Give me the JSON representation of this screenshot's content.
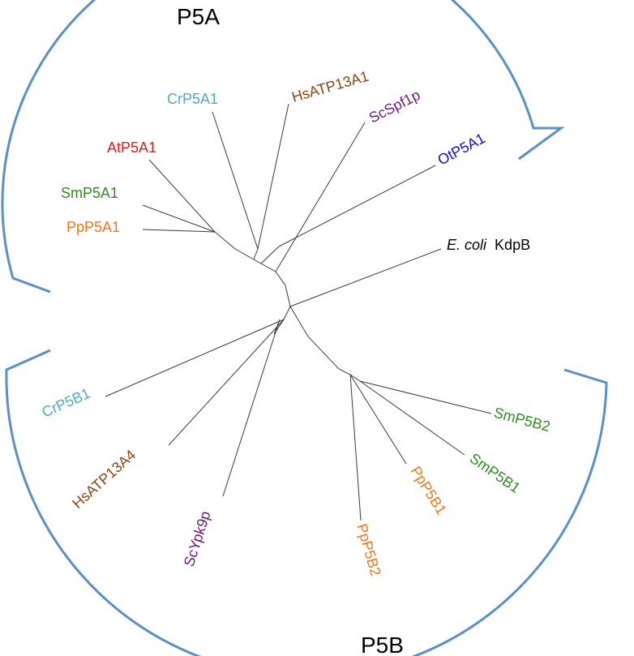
{
  "groups": {
    "p5a": "P5A",
    "p5b": "P5B"
  },
  "colors": {
    "arc": "#5b8fc7",
    "cr": "#4bacc6",
    "hs": "#8b4513",
    "sc": "#6a1b7a",
    "ot": "#1010c8",
    "at": "#e31b1b",
    "sm": "#2e8b1e",
    "pp": "#f07820",
    "ecoli": "#000000"
  },
  "leaves": {
    "crp5a1": "CrP5A1",
    "hsatp13a1": "HsATP13A1",
    "scspf1p": "ScSpf1p",
    "otp5a1": "OtP5A1",
    "atp5a1": "AtP5A1",
    "smp5a1": "SmP5A1",
    "ppp5a1": "PpP5A1",
    "ecoli_genus": "E. coli",
    "ecoli_gene": "KdpB",
    "crp5b1": "CrP5B1",
    "hsatp13a4": "HsATP13A4",
    "scypk9p": "ScYpk9p",
    "ppp5b2": "PpP5B2",
    "ppp5b1": "PpP5B1",
    "smp5b1": "SmP5B1",
    "smp5b2": "SmP5B2"
  }
}
